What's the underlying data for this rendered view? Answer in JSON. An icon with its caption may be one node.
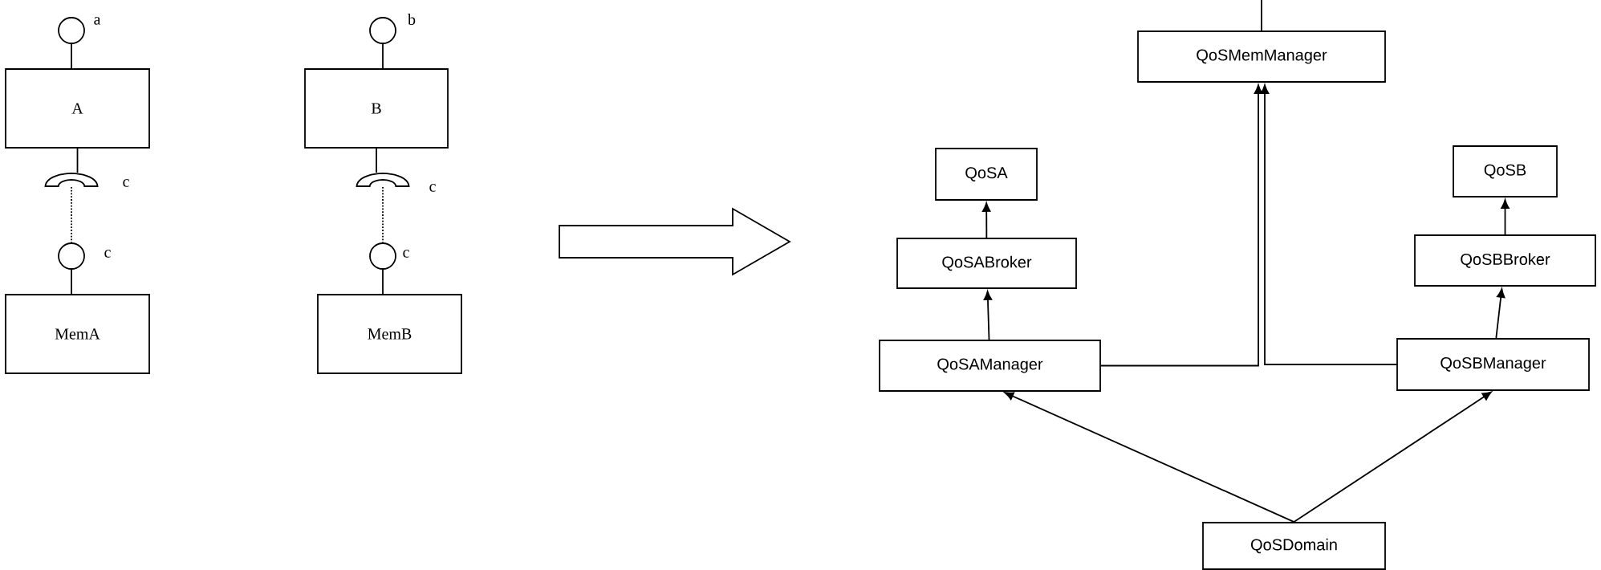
{
  "diagram": {
    "nodes": [
      {
        "text": [],
        "shape": "circle",
        "beside": [
          "a"
        ]
      },
      {
        "text": [
          "A"
        ]
      },
      {
        "text": [],
        "shape": "socket",
        "beside": [
          "c"
        ]
      },
      {
        "text": [],
        "shape": "circle",
        "beside": [
          "c"
        ]
      },
      {
        "text": [
          "MemA"
        ]
      },
      {
        "text": [],
        "shape": "circle",
        "beside": [
          "b"
        ]
      },
      {
        "text": [
          "B"
        ]
      },
      {
        "text": [],
        "shape": "socket",
        "beside": [
          "c"
        ]
      },
      {
        "text": [],
        "shape": "circle",
        "beside": [
          "c"
        ]
      },
      {
        "text": [
          "MemB"
        ]
      },
      {
        "text": [
          "QoSMemManager"
        ]
      },
      {
        "text": [
          "QoSA"
        ]
      },
      {
        "text": [
          "QoSABroker"
        ]
      },
      {
        "text": [
          "QoSAManager"
        ]
      },
      {
        "text": [
          "QoSB"
        ]
      },
      {
        "text": [
          "QoSBBroker"
        ]
      },
      {
        "text": [
          "QoSBManager"
        ]
      },
      {
        "text": [
          "QoSDomain"
        ]
      }
    ],
    "edges": [
      {
        "from": 0,
        "to": 1,
        "arrow": "none"
      },
      {
        "from": 1,
        "to": 2,
        "arrow": "none"
      },
      {
        "from": 2,
        "to": 3,
        "arrow": "none",
        "style": "dashed"
      },
      {
        "from": 3,
        "to": 4,
        "arrow": "none"
      },
      {
        "from": 5,
        "to": 6,
        "arrow": "none"
      },
      {
        "from": 6,
        "to": 7,
        "arrow": "none"
      },
      {
        "from": 7,
        "to": 8,
        "arrow": "none",
        "style": "dashed"
      },
      {
        "from": 8,
        "to": 9,
        "arrow": "none"
      },
      {
        "from": null,
        "to": 10,
        "arrow": "none"
      },
      {
        "from": 12,
        "to": 11,
        "arrow": "to"
      },
      {
        "from": 13,
        "to": 12,
        "arrow": "to"
      },
      {
        "from": 15,
        "to": 14,
        "arrow": "to"
      },
      {
        "from": 16,
        "to": 15,
        "arrow": "to"
      },
      {
        "from": 13,
        "to": 10,
        "arrow": "to"
      },
      {
        "from": 16,
        "to": 10,
        "arrow": "to"
      },
      {
        "from": 17,
        "to": 13,
        "arrow": "to"
      },
      {
        "from": 17,
        "to": 16,
        "arrow": "to"
      }
    ]
  }
}
